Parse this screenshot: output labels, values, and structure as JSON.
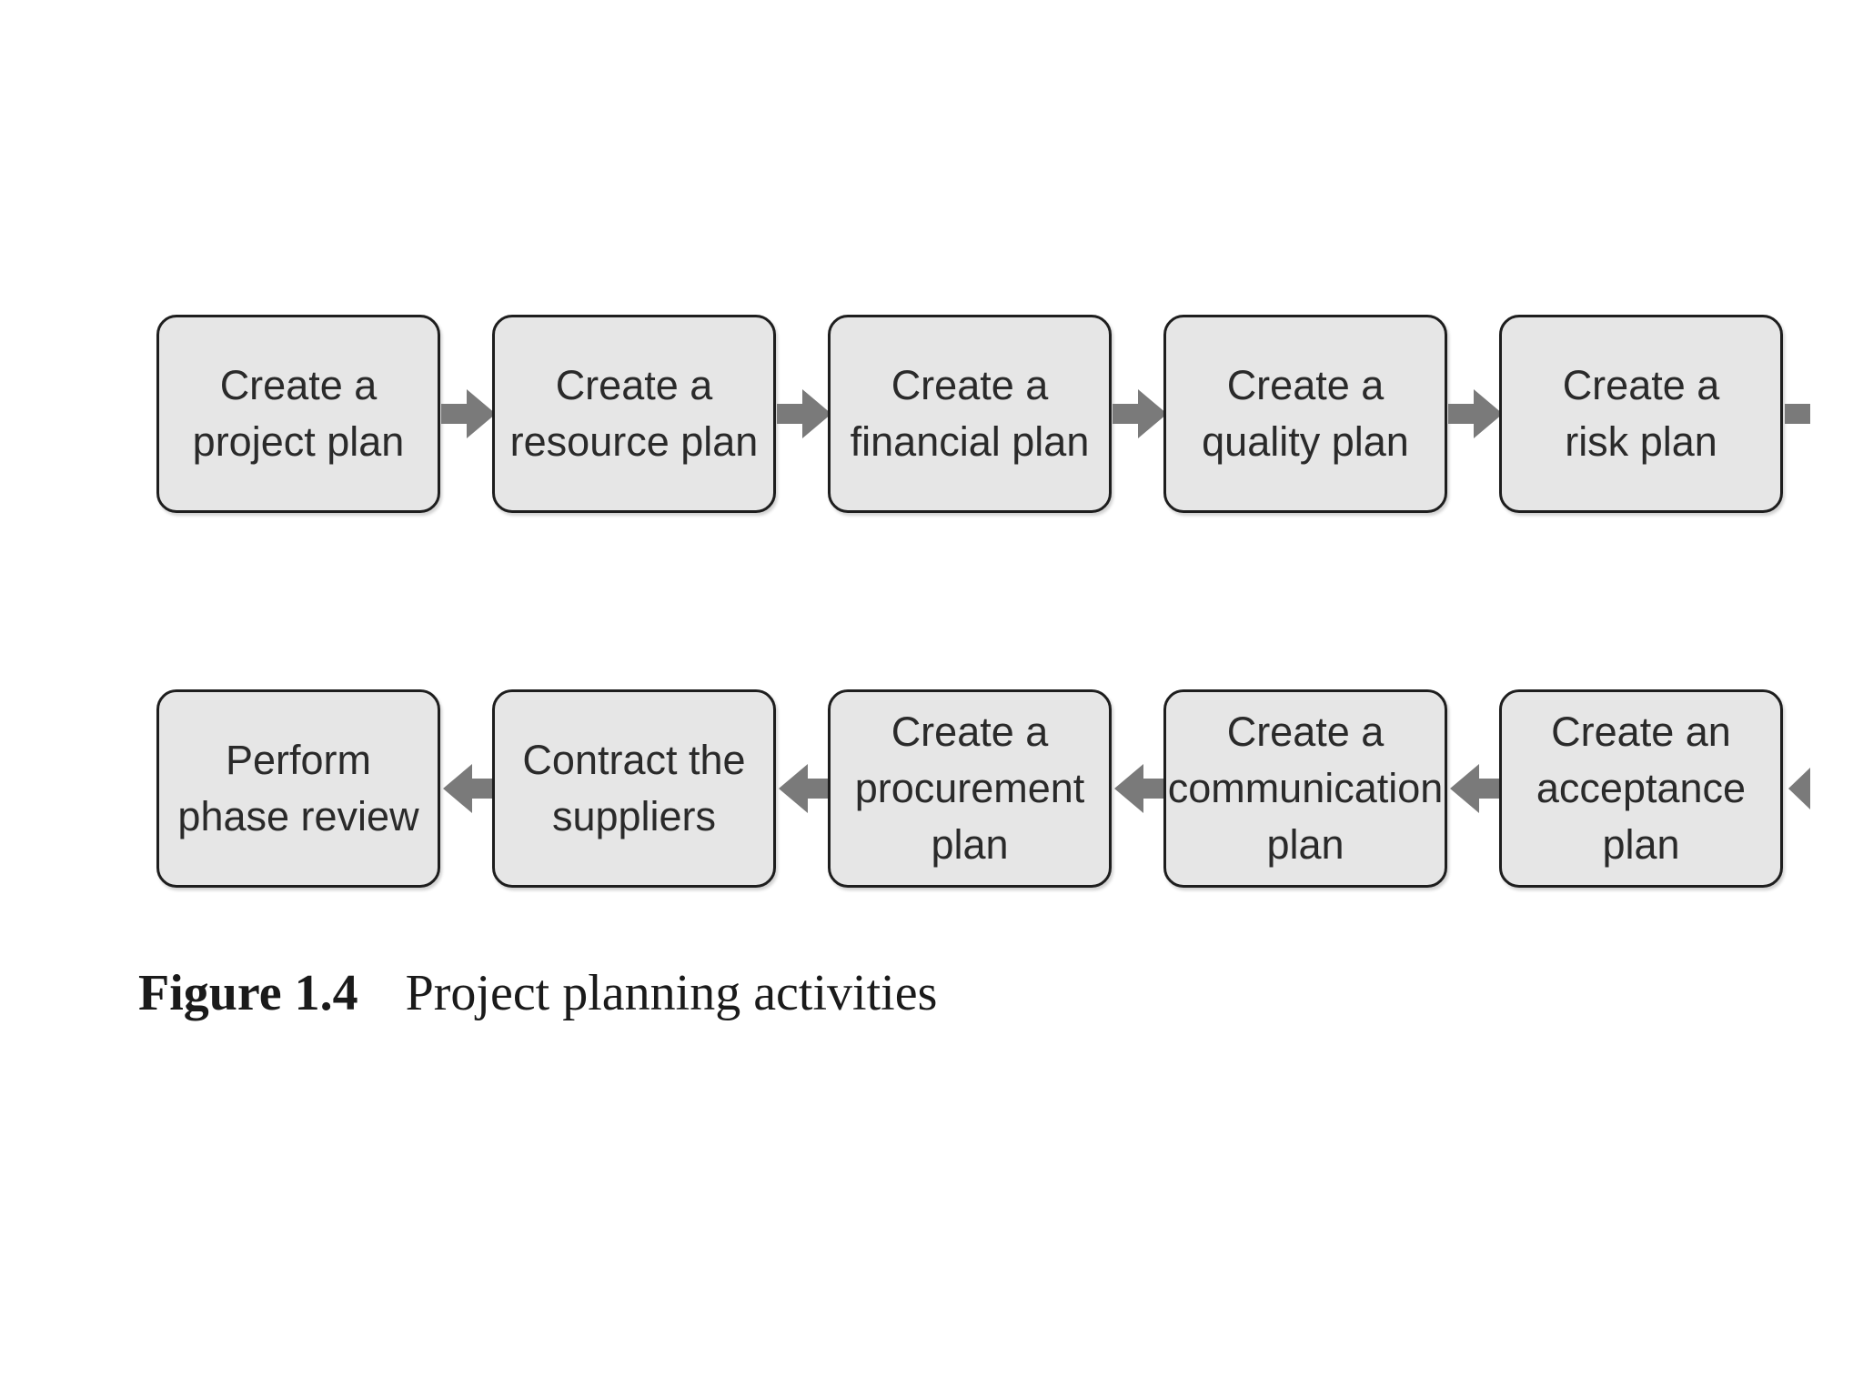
{
  "diagram": {
    "top_row": [
      {
        "label": "Create a\nproject plan"
      },
      {
        "label": "Create a\nresource plan"
      },
      {
        "label": "Create a\nfinancial plan"
      },
      {
        "label": "Create a\nquality plan"
      },
      {
        "label": "Create a\nrisk plan"
      }
    ],
    "bottom_row": [
      {
        "label": "Perform\nphase review"
      },
      {
        "label": "Contract the\nsuppliers"
      },
      {
        "label": "Create a\nprocurement\nplan"
      },
      {
        "label": "Create a\ncommunication\nplan"
      },
      {
        "label": "Create an\nacceptance\nplan"
      }
    ],
    "colors": {
      "box_fill": "#e6e6e6",
      "box_border": "#1e1e1e",
      "arrow": "#7a7a7a",
      "text": "#2a2a2a"
    }
  },
  "caption": {
    "label": "Figure 1.4",
    "text": "Project planning activities"
  }
}
